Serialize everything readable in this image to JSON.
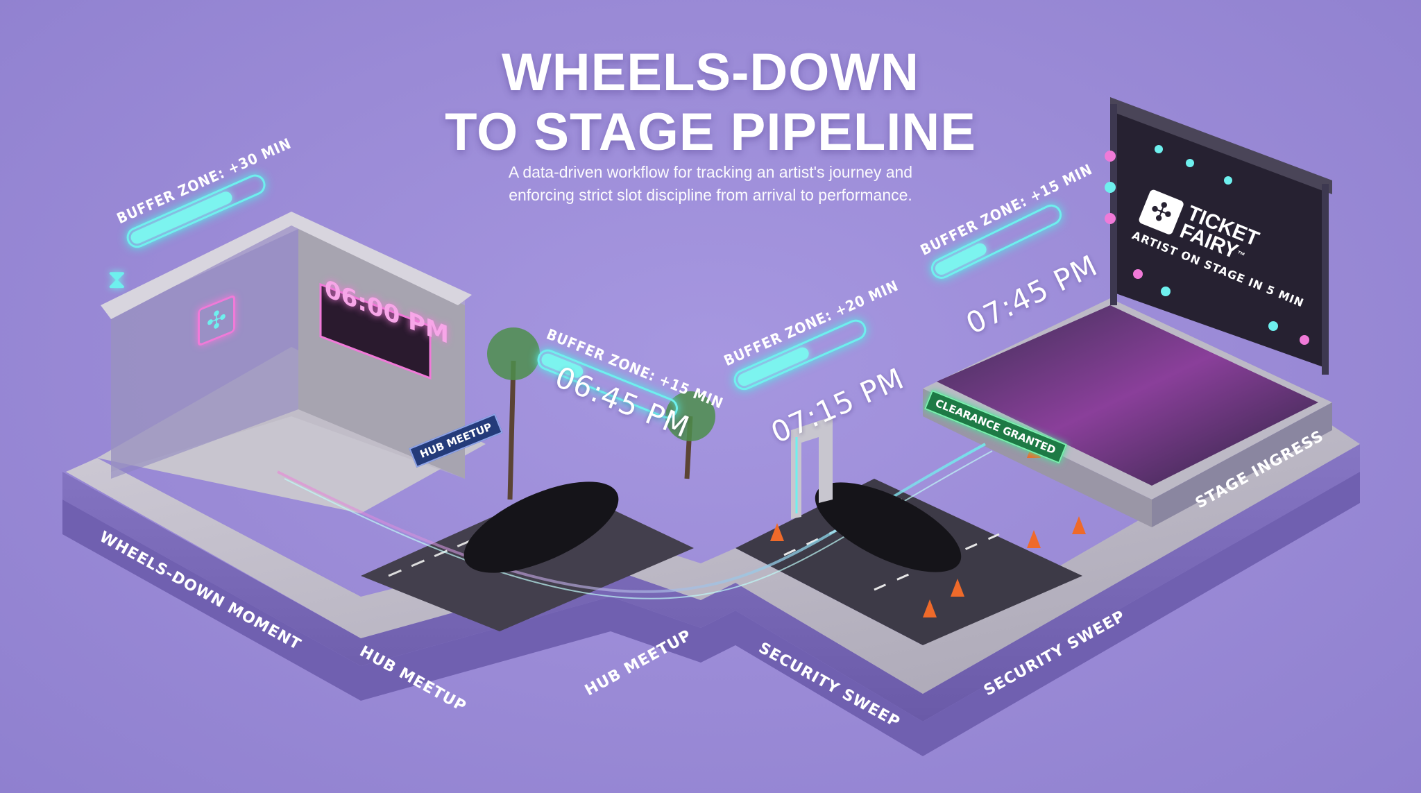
{
  "header": {
    "title_line1": "WHEELS-DOWN",
    "title_line2": "TO STAGE PIPELINE",
    "subtitle_line1": "A data-driven workflow for tracking an artist's journey and",
    "subtitle_line2": "enforcing strict slot discipline from arrival to performance."
  },
  "colors": {
    "background": "#9a8ad6",
    "neon_cyan": "#6ef0ee",
    "neon_pink": "#f07ad8",
    "platform_purple": "#7a68b8",
    "concrete": "#bdbac6",
    "asphalt": "#3f3c48",
    "clearance_green": "#1d7a45"
  },
  "stages": [
    {
      "id": "wheels-down",
      "label": "WHEELS-DOWN MOMENT",
      "buffer_label": "BUFFER ZONE: +30 MIN",
      "buffer_fill_pct": 75,
      "clock": "06:00 PM",
      "icon": "hourglass-icon"
    },
    {
      "id": "hub-meetup",
      "label": "HUB MEETUP",
      "buffer_label": "BUFFER ZONE: +15 MIN",
      "buffer_fill_pct": 30,
      "time": "06:45 PM",
      "sign": "HUB MEETUP"
    },
    {
      "id": "security-sweep",
      "label": "SECURITY SWEEP",
      "buffer_label": "BUFFER ZONE: +20 MIN",
      "buffer_fill_pct": 55,
      "time": "07:15 PM",
      "sign": "CLEARANCE GRANTED"
    },
    {
      "id": "stage-ingress",
      "label": "STAGE INGRESS",
      "buffer_label": "BUFFER ZONE: +15 MIN",
      "buffer_fill_pct": 40,
      "time": "07:45 PM"
    }
  ],
  "platform_labels": {
    "wheels_down": "WHEELS-DOWN MOMENT",
    "hub_meetup_a": "HUB MEETUP",
    "hub_meetup_b": "HUB MEETUP",
    "security_a": "SECURITY SWEEP",
    "security_b": "SECURITY SWEEP",
    "stage": "STAGE INGRESS"
  },
  "stage_screen": {
    "brand_line1": "TICKET",
    "brand_line2": "FAIRY",
    "trademark": "™",
    "message": "ARTIST ON STAGE IN 5 MIN"
  }
}
